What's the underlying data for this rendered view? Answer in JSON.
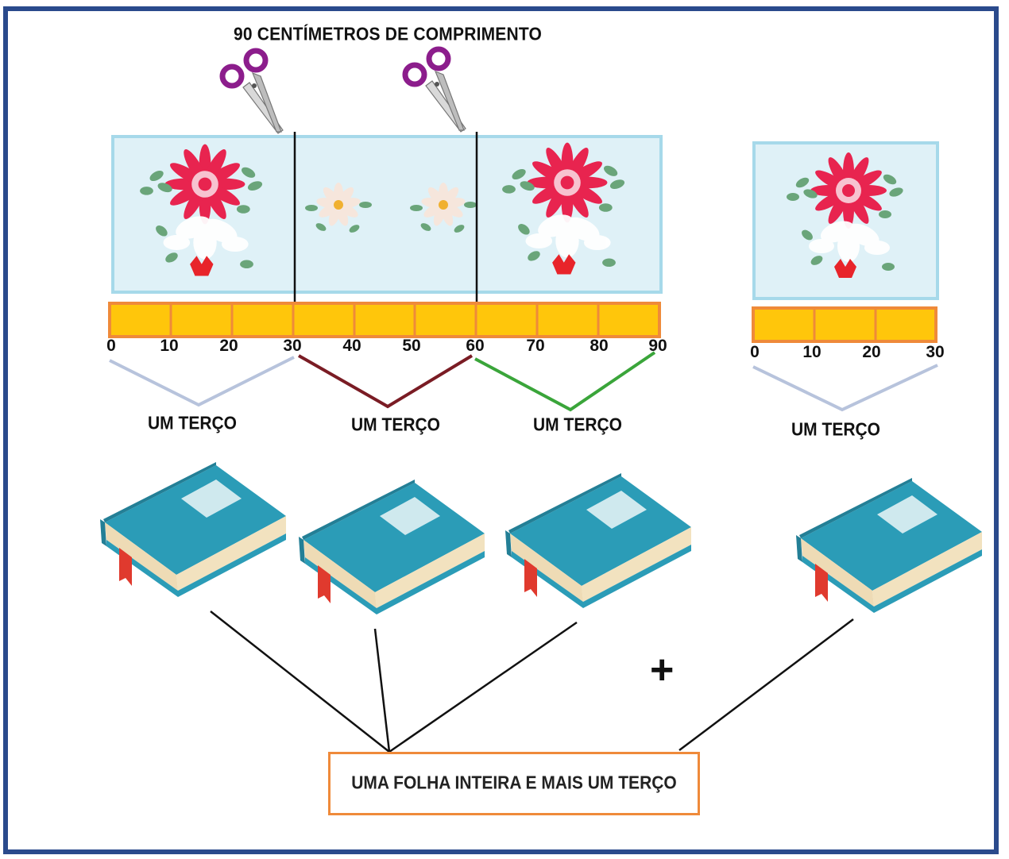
{
  "title": "90 CENTÍMETROS DE COMPRIMENTO",
  "ruler_main": {
    "ticks": [
      "0",
      "10",
      "20",
      "30",
      "40",
      "50",
      "60",
      "70",
      "80",
      "90"
    ],
    "segments": 9
  },
  "ruler_small": {
    "ticks": [
      "0",
      "10",
      "20",
      "30"
    ],
    "segments": 3
  },
  "third_label": "UM TERÇO",
  "thirds": [
    {
      "label": "UM TERÇO",
      "color": "#b7c3dc"
    },
    {
      "label": "UM TERÇO",
      "color": "#7a1c24"
    },
    {
      "label": "UM TERÇO",
      "color": "#3aa53a"
    },
    {
      "label": "UM TERÇO",
      "color": "#b7c3dc"
    }
  ],
  "result": "UMA FOLHA INTEIRA E MAIS UM TERÇO",
  "plus": "+",
  "icons": [
    "scissors-icon",
    "book-icon",
    "flower-paper"
  ],
  "colors": {
    "frame": "#2a4a8c",
    "paper": "#dff1f7",
    "paper_border": "#a6d9ea",
    "ruler_fill": "#ffc60b",
    "ruler_border": "#ef8a3a",
    "book": "#2b9cb7"
  }
}
